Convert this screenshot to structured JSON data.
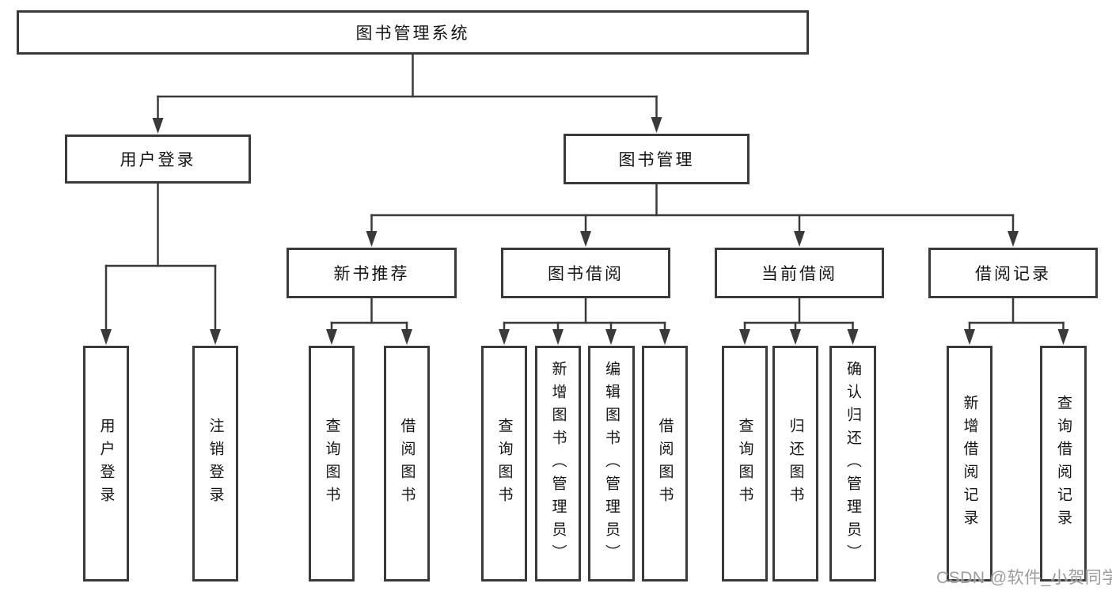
{
  "diagram": {
    "root": "图书管理系统",
    "login_branch": {
      "label": "用户登录",
      "children": [
        "用户登录",
        "注销登录"
      ]
    },
    "mgmt_branch": {
      "label": "图书管理",
      "sections": [
        {
          "label": "新书推荐",
          "children": [
            "查询图书",
            "借阅图书"
          ]
        },
        {
          "label": "图书借阅",
          "children": [
            "查询图书",
            "新增图书（管理员）",
            "编辑图书（管理员）",
            "借阅图书"
          ]
        },
        {
          "label": "当前借阅",
          "children": [
            "查询图书",
            "归还图书",
            "确认归还（管理员）"
          ]
        },
        {
          "label": "借阅记录",
          "children": [
            "新增借阅记录",
            "查询借阅记录"
          ]
        }
      ]
    }
  },
  "watermark": "CSDN @软件_小贺同学",
  "colors": {
    "line": "#3a3a3a",
    "box_border": "#3a3a3a",
    "text": "#151515",
    "watermark": "#8f8f8f",
    "background": "#ffffff"
  }
}
